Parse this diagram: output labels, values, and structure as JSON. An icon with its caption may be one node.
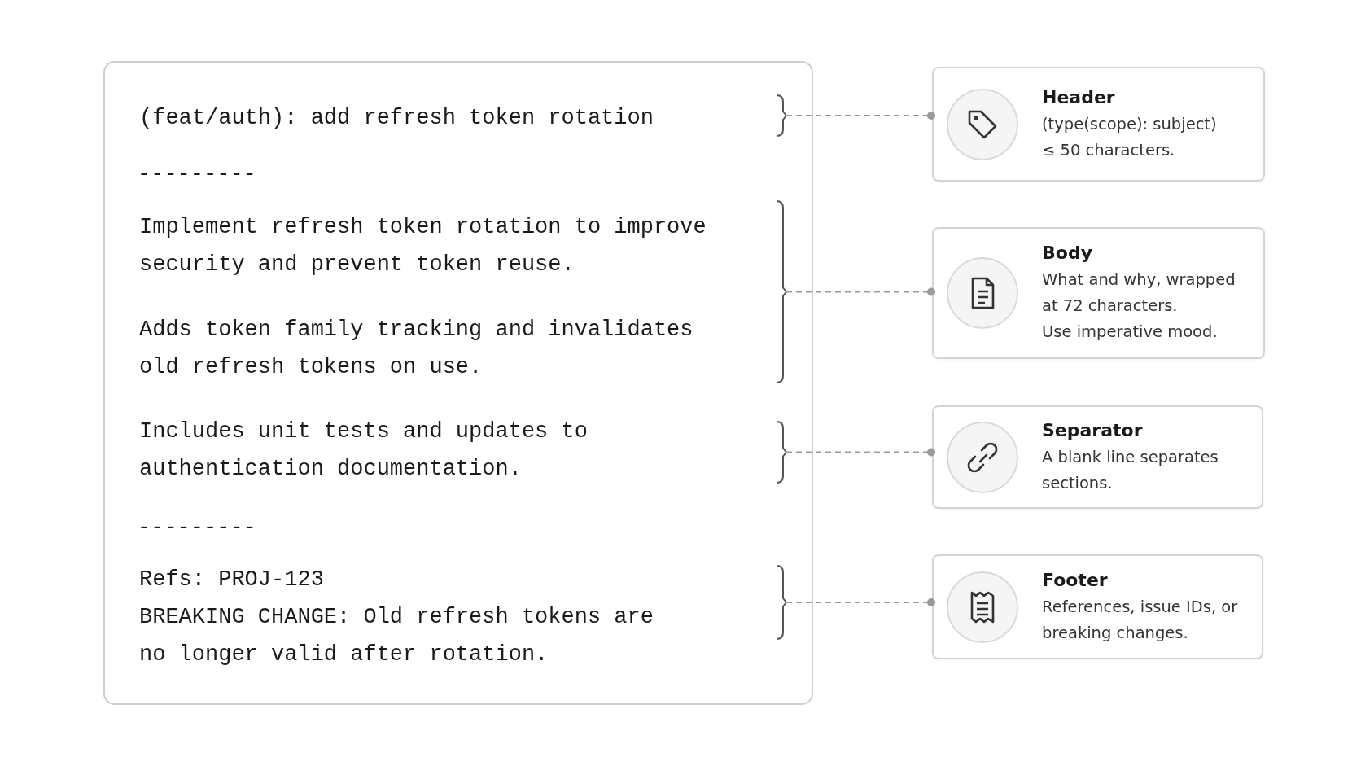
{
  "diagram": {
    "nodes": [
      {
        "text": [],
        "shape": "box"
      },
      {
        "text": [
          "(feat/auth): add refresh token rotation"
        ],
        "in": 0
      },
      {
        "text": [
          "Implement refresh token rotation to improve security and prevent token reuse.",
          "Adds token family tracking and invalidates old refresh tokens on use."
        ],
        "in": 0
      },
      {
        "text": [
          "Includes unit tests and updates to authentication documentation."
        ],
        "in": 0
      },
      {
        "text": [
          "Refs: PROJ-123",
          "BREAKING CHANGE: Old refresh tokens are no longer valid after rotation."
        ],
        "in": 0
      },
      {
        "text": [
          "Header",
          "(type(scope): subject)",
          "≤ 50 characters."
        ]
      },
      {
        "text": [
          "Body",
          "What and why, wrapped at 72 characters.",
          "Use imperative mood."
        ]
      },
      {
        "text": [
          "Separator",
          "A blank line separates sections."
        ]
      },
      {
        "text": [
          "Footer",
          "References, issue IDs, or breaking changes."
        ]
      }
    ],
    "edges": [
      {
        "from": 1,
        "to": 5,
        "arrow": "other",
        "style": "dashed"
      },
      {
        "from": 2,
        "to": 6,
        "arrow": "other",
        "style": "dashed"
      },
      {
        "from": 3,
        "to": 7,
        "arrow": "other",
        "style": "dashed"
      },
      {
        "from": 4,
        "to": 8,
        "arrow": "other",
        "style": "dashed"
      }
    ],
    "labels": [
      "---------",
      "---------"
    ]
  }
}
